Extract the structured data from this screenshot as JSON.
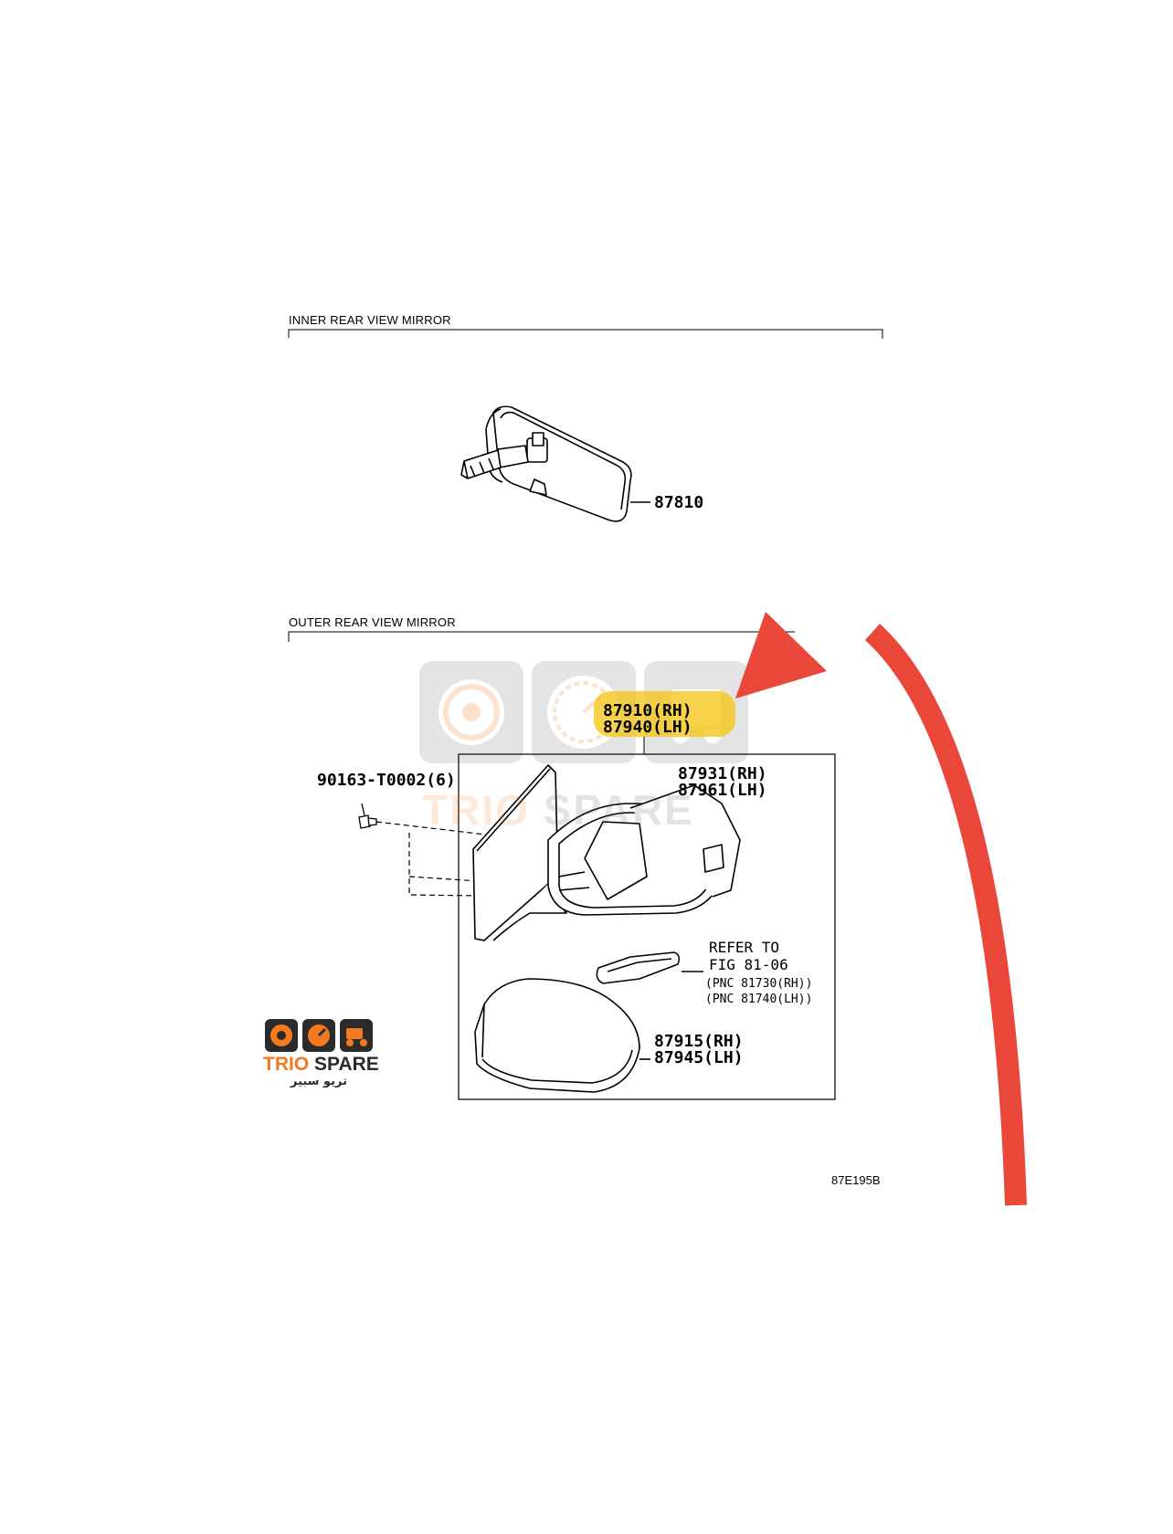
{
  "sections": {
    "inner_title": "INNER REAR VIEW MIRROR",
    "outer_title": "OUTER REAR VIEW MIRROR"
  },
  "parts": {
    "inner_mirror": "87810",
    "outer_mirror_rh": "87910(RH)",
    "outer_mirror_lh": "87940(LH)",
    "cover_rh": "87931(RH)",
    "cover_lh": "87961(LH)",
    "screw": "90163-T0002(6)",
    "refer_line1": "REFER TO",
    "refer_line2": "FIG 81-06",
    "pnc_rh": "(PNC 81730(RH))",
    "pnc_lh": "(PNC 81740(LH))",
    "cap_rh": "87915(RH)",
    "cap_lh": "87945(LH)"
  },
  "figure_code": "87E195B",
  "brand": {
    "name_trio": "TRIO",
    "name_spare": "SPARE",
    "arabic": "تريو سبير",
    "accent_color": "#f47a20",
    "dark_color": "#2b2b2b"
  },
  "annotation": {
    "highlight_color": "#f5c518",
    "arrow_color": "#e8473a"
  }
}
